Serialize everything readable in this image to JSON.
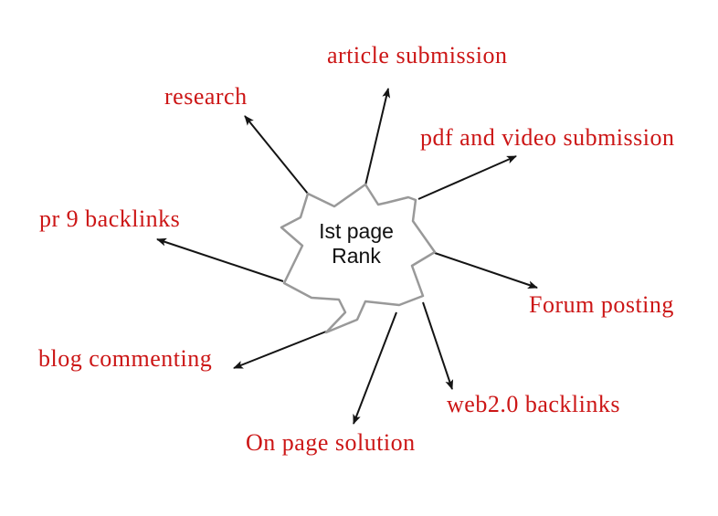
{
  "center": {
    "line1": "Ist page",
    "line2": "Rank"
  },
  "nodes": [
    {
      "label": "article submission"
    },
    {
      "label": "research"
    },
    {
      "label": "pdf and video submission"
    },
    {
      "label": "pr 9 backlinks"
    },
    {
      "label": "Forum posting"
    },
    {
      "label": "blog commenting"
    },
    {
      "label": "web2.0 backlinks"
    },
    {
      "label": "On page solution"
    }
  ],
  "colors": {
    "label_text": "#cc1616",
    "center_text": "#111111",
    "arrow": "#141414",
    "shape_outline": "#999999",
    "background": "#ffffff"
  }
}
